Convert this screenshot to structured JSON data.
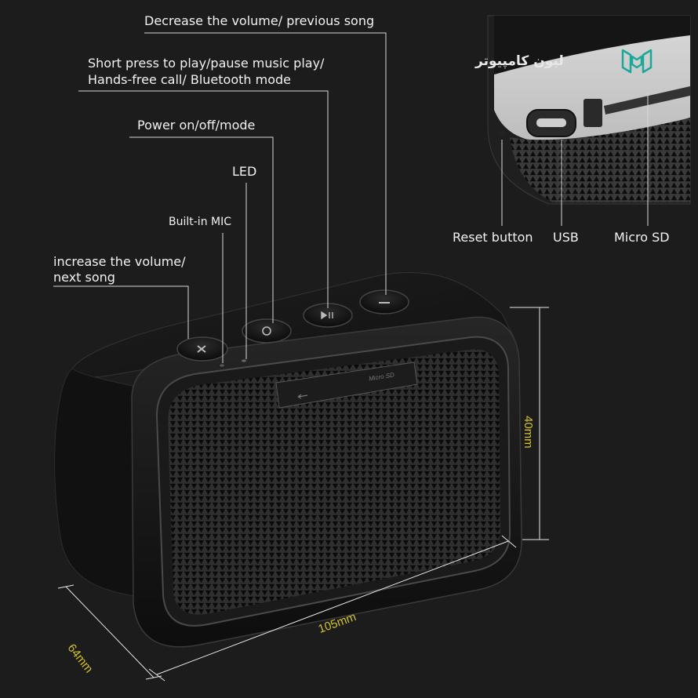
{
  "labels": {
    "decrease_volume": "Decrease the volume/ previous song",
    "play_pause_line1": "Short press to play/pause music play/",
    "play_pause_line2": "Hands-free call/ Bluetooth mode",
    "power": "Power on/off/mode",
    "led": "LED",
    "mic": "Built-in MIC",
    "increase_line1": "increase the volume/",
    "increase_line2": "next song",
    "reset": "Reset button",
    "usb": "USB",
    "micro_sd": "Micro SD",
    "card_slot": "Micro SD"
  },
  "dimensions": {
    "length": "105mm",
    "height": "40mm",
    "depth": "64mm"
  },
  "watermark": {
    "text": "لیون کامپیوتر",
    "accent": "#1aa89a"
  },
  "colors": {
    "background": "#1c1c1c",
    "speaker_body": "#141414",
    "dimension_text": "#d4c330",
    "label_text": "#f2f2f2",
    "leader_lines": "#d8d8d8"
  },
  "icons": [
    "plus-icon",
    "power-mode-icon",
    "play-pause-icon",
    "minus-icon",
    "usb-icon"
  ]
}
